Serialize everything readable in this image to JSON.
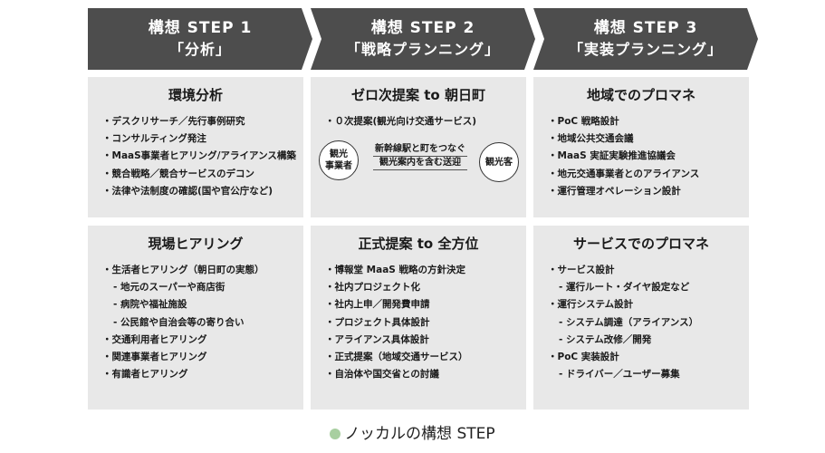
{
  "steps": [
    {
      "line1": "構想 STEP 1",
      "line2": "「分析」"
    },
    {
      "line1": "構想 STEP 2",
      "line2": "「戦略プランニング」"
    },
    {
      "line1": "構想 STEP 3",
      "line2": "「実装プランニング」"
    }
  ],
  "cards": {
    "analysis_env": {
      "title": "環境分析",
      "items": [
        "・デスクリサーチ／先行事例研究",
        "・コンサルティング発注",
        "・MaaS事業者ヒアリング/アライアンス構築",
        "・競合戦略／競合サービスのデコン",
        "・法律や法制度の確認(国や官公庁など)"
      ]
    },
    "analysis_field": {
      "title": "現場ヒアリング",
      "items": [
        "・生活者ヒアリング（朝日町の実態）",
        "- 地元のスーパーや商店街",
        "- 病院や福祉施設",
        "- 公民館や自治会等の寄り合い",
        "・交通利用者ヒアリング",
        "・関連事業者ヒアリング",
        "・有識者ヒアリング"
      ]
    },
    "strategy_zero": {
      "title": "ゼロ次提案 to 朝日町",
      "items": [
        "・０次提案(観光向け交通サービス)"
      ],
      "left_circle": [
        "観光",
        "事業者"
      ],
      "right_circle": "観光客",
      "arrow_line1": "新幹線駅と町をつなぐ",
      "arrow_line2": "観光案内を含む送迎"
    },
    "strategy_formal": {
      "title": "正式提案 to 全方位",
      "items": [
        "・博報堂 MaaS 戦略の方針決定",
        "・社内プロジェクト化",
        "・社内上申／開発費申請",
        "・プロジェクト具体設計",
        "・アライアンス具体設計",
        "・正式提案（地域交通サービス）",
        "・自治体や国交省との討議"
      ]
    },
    "impl_region": {
      "title": "地域でのプロマネ",
      "items": [
        "・PoC 戦略設計",
        "・地域公共交通会議",
        "・MaaS 実証実験推進協議会",
        "・地元交通事業者とのアライアンス",
        "・運行管理オペレーション設計"
      ]
    },
    "impl_service": {
      "title": "サービスでのプロマネ",
      "items": [
        "・サービス設計",
        "- 運行ルート・ダイヤ設定など",
        "・運行システム設計",
        "- システム調達（アライアンス）",
        "- システム改修／開発",
        "・PoC 実装設計",
        "- ドライバー／ユーザー募集"
      ]
    }
  },
  "caption": "ノッカルの構想 STEP",
  "colors": {
    "header_bg": "#4d4d4d",
    "card_bg": "#e8e8e8",
    "caption_dot": "#a8cfa0"
  }
}
